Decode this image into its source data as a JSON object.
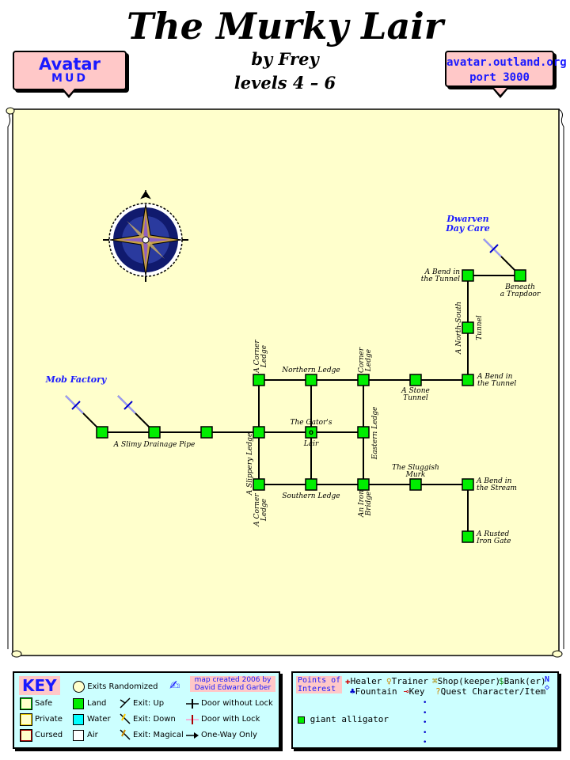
{
  "header": {
    "title": "The Murky Lair",
    "author": "by Frey",
    "levels": "levels 4 – 6"
  },
  "badges": {
    "left_line1": "Avatar",
    "left_line2": "MUD",
    "right_line1": "avatar.outland.org",
    "right_line2": "port 3000"
  },
  "map": {
    "rooms": [
      {
        "id": "ms1",
        "label": ""
      },
      {
        "id": "ms2",
        "label": "A Slimy Drainage Pipe"
      },
      {
        "id": "ms3",
        "label": ""
      },
      {
        "id": "slippery",
        "label": "A Slippery Ledge"
      },
      {
        "id": "corner_nw",
        "label": "A Corner Ledge"
      },
      {
        "id": "northern",
        "label": "Northern Ledge"
      },
      {
        "id": "corner_ne",
        "label": "Corner Ledge"
      },
      {
        "id": "lair",
        "label": "The Gator's Lair"
      },
      {
        "id": "eastern",
        "label": "Eastern Ledge"
      },
      {
        "id": "corner_sw",
        "label": "A Corner Ledge"
      },
      {
        "id": "southern",
        "label": "Southern Ledge"
      },
      {
        "id": "iron_bridge",
        "label": "An Iron Bridge"
      },
      {
        "id": "stone_tunnel",
        "label": "A Stone Tunnel"
      },
      {
        "id": "bend_tunnel_e",
        "label": "A Bend in the Tunnel"
      },
      {
        "id": "ns_tunnel",
        "label": "A North-South Tunnel"
      },
      {
        "id": "bend_tunnel_n",
        "label": "A Bend in the Tunnel"
      },
      {
        "id": "trapdoor",
        "label": "Beneath a Trapdoor"
      },
      {
        "id": "sluggish",
        "label": "The Sluggish Murk"
      },
      {
        "id": "bend_stream",
        "label": "A Bend in the Stream"
      },
      {
        "id": "rusted_gate",
        "label": "A Rusted Iron Gate"
      }
    ],
    "zone_links": {
      "mob_factory": "Mob Factory",
      "dwarven_line1": "Dwarven",
      "dwarven_line2": "Day Care"
    },
    "mob_marker": "o"
  },
  "key": {
    "title": "KEY",
    "exits_randomized": "Exits Randomized",
    "credit_line1": "map created 2006 by",
    "credit_line2": "David Edward Garber",
    "safe": "Safe",
    "private": "Private",
    "cursed": "Cursed",
    "land": "Land",
    "water": "Water",
    "air": "Air",
    "exit_up": "Exit: Up",
    "exit_down": "Exit: Down",
    "exit_magical": "Exit: Magical",
    "door_no_lock": "Door without Lock",
    "door_lock": "Door with Lock",
    "one_way": "One-Way Only",
    "colors": {
      "land": "#00ee00",
      "water": "#00ffff",
      "air": "#ffffff",
      "safe": "#00aa00",
      "private": "#e6c800",
      "cursed": "#aa0000"
    }
  },
  "poi": {
    "title_line1": "Points of",
    "title_line2": "Interest",
    "healer": "Healer",
    "trainer": "Trainer",
    "shop": "Shop(keeper)",
    "bank": "Bank(er)",
    "fountain": "Fountain",
    "key": "Key",
    "quest": "Quest Character/Item",
    "mob": "giant alligator",
    "compass_n": "N"
  }
}
